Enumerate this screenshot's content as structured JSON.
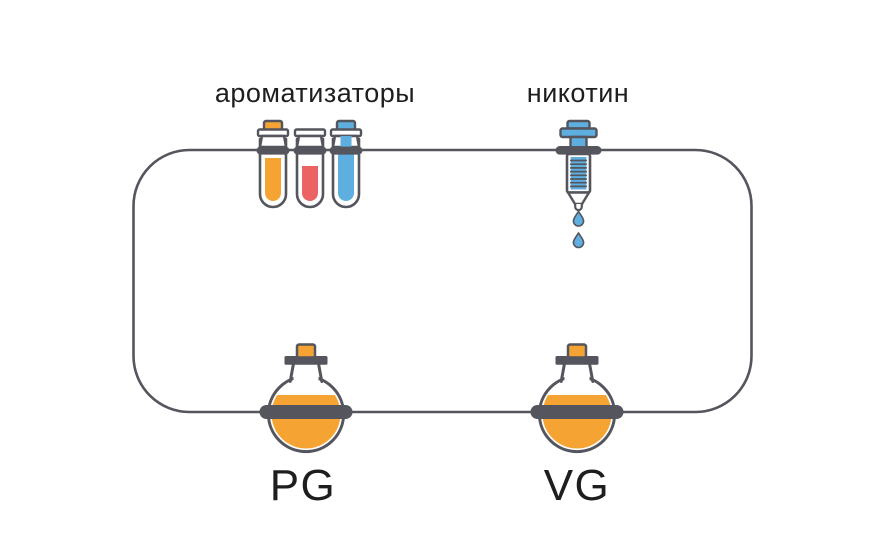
{
  "labels": {
    "flavorings": "ароматизаторы",
    "nicotine": "никотин",
    "pg_flask": "PG",
    "vg_flask": "VG"
  },
  "colors": {
    "outline": "#54555D",
    "orange": "#F5A434",
    "red": "#EC6363",
    "blue": "#5FAEE0",
    "blue_deep": "#479FD8",
    "text": "#1E1E1E",
    "background": "#FFFFFF"
  },
  "icons": [
    "mixing-loop-pipe",
    "test-tube-orange",
    "test-tube-red",
    "test-tube-blue",
    "nicotine-syringe",
    "droplet",
    "round-flask-pg",
    "round-flask-vg"
  ]
}
